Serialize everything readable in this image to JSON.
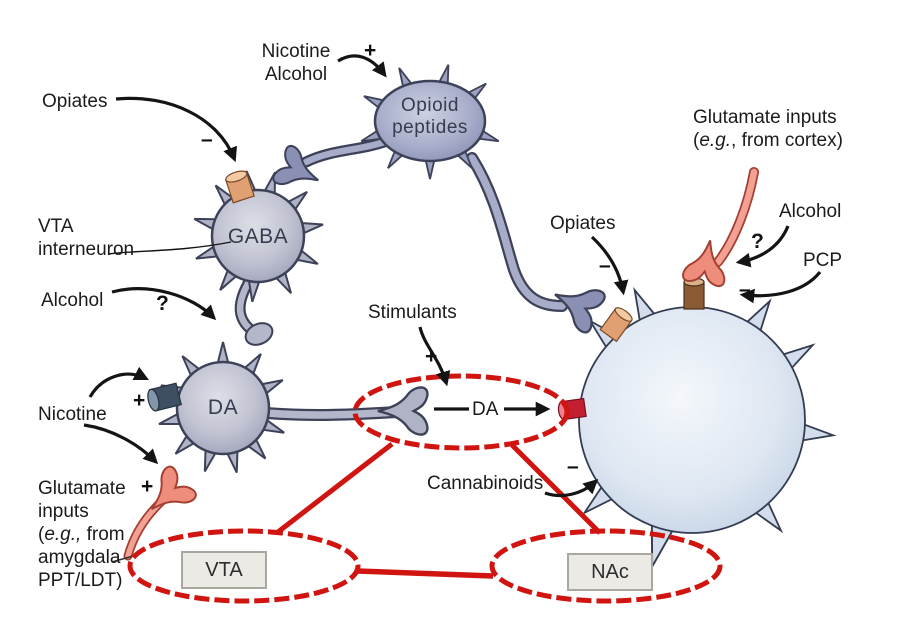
{
  "figure": {
    "description": "Brain reward circuit diagram: drug actions on VTA and NAc neurons"
  },
  "neurons": {
    "gaba": "GABA",
    "da": "DA",
    "opioid_l1": "Opioid",
    "opioid_l2": "peptides"
  },
  "annotations": {
    "opiates_left": "Opiates",
    "nicotine_top": "Nicotine",
    "alcohol_top": "Alcohol",
    "vta_interneuron_l1": "VTA",
    "vta_interneuron_l2": "interneuron",
    "alcohol_left": "Alcohol",
    "nicotine_left": "Nicotine",
    "glu_left_l1": "Glutamate",
    "glu_left_l2": "inputs",
    "glu_left_l3a": "(",
    "glu_left_l3b": "e.g.,",
    "glu_left_l3c": " from",
    "glu_left_l4": "amygdala",
    "glu_left_l5": "PPT/LDT)",
    "stimulants": "Stimulants",
    "da_release": "DA",
    "opiates_right": "Opiates",
    "glu_right_l1": "Glutamate inputs",
    "glu_right_l2a": "(",
    "glu_right_l2b": "e.g.",
    "glu_right_l2c": ", from cortex)",
    "alcohol_right": "Alcohol",
    "pcp": "PCP",
    "cannabinoids": "Cannabinoids"
  },
  "signs": {
    "plus": "+",
    "minus": "–",
    "question": "?"
  },
  "regions": {
    "vta": "VTA",
    "nac": "NAc"
  },
  "colors": {
    "red_overlay": "#d01410",
    "neuron_outline": "#3d4258",
    "neuron_body": "#c2c4d3",
    "opioid_body": "#aab0cc",
    "nac_body": "#dee7f2",
    "pink_terminal": "#ef8d7c",
    "orange_receptor": "#e0a072",
    "brown_receptor": "#8a5a32",
    "dark_receptor": "#3e4f63",
    "red_receptor": "#c22030",
    "box_fill": "#eceae5"
  }
}
